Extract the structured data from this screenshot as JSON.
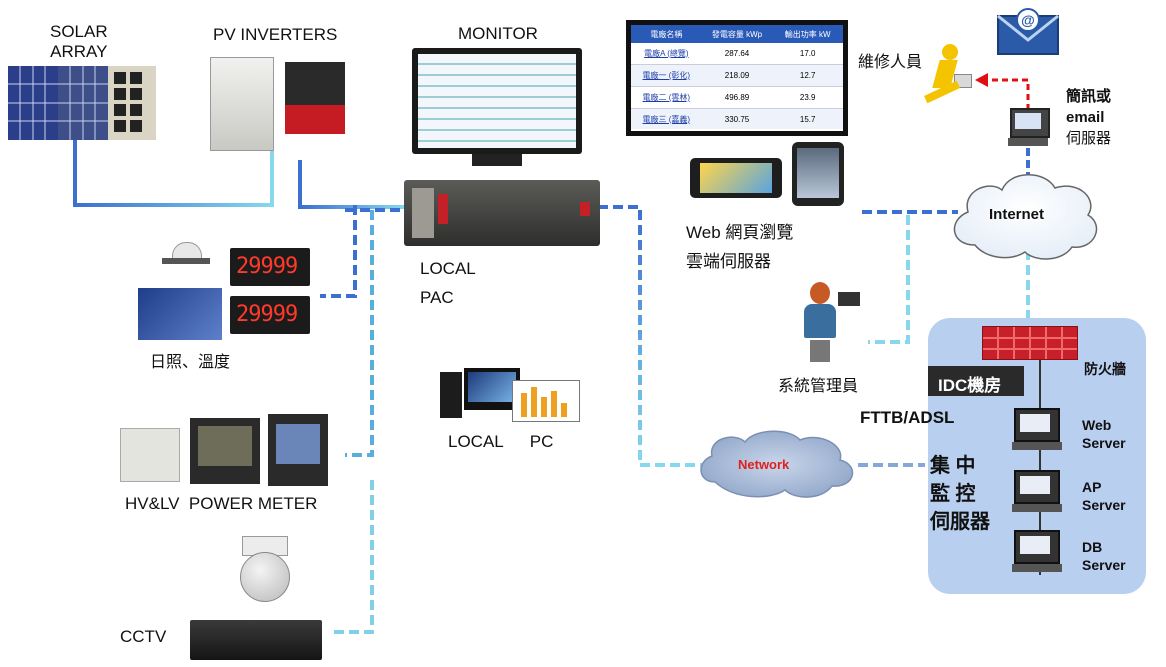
{
  "labels": {
    "solar_array_1": "SOLAR",
    "solar_array_2": "ARRAY",
    "pv_inverters": "PV INVERTERS",
    "monitor": "MONITOR",
    "local_pac_1": "LOCAL",
    "local_pac_2": "PAC",
    "sensors": "日照、溫度",
    "hv_lv_power_meter": "HV&LV  POWER METER",
    "cctv": "CCTV",
    "local_pc_1": "LOCAL",
    "local_pc_2": "PC",
    "web_browse": "Web 網頁瀏覽",
    "cloud_server": "雲端伺服器",
    "sys_admin": "系統管理員",
    "maintenance": "維修人員",
    "sms_email_1": "簡訊或",
    "sms_email_2": "email",
    "sms_email_3": "伺服器",
    "internet": "Internet",
    "network": "Network",
    "firewall": "防火牆",
    "idc": "IDC機房",
    "fttb": "FTTB/ADSL",
    "central_1": "集 中",
    "central_2": "監 控",
    "central_3": "伺服器",
    "web_server_1": "Web",
    "web_server_2": "Server",
    "ap_server_1": "AP",
    "ap_server_2": "Server",
    "db_server_1": "DB",
    "db_server_2": "Server",
    "sensor_display_1": "29999",
    "sensor_display_2": "29999"
  },
  "table": {
    "headers": [
      "電廠名稱",
      "發電容量 kWp",
      "輸出功率 kW"
    ],
    "rows": [
      [
        "電廠A (總覽)",
        "287.64",
        "17.0"
      ],
      [
        "電廠一 (彰化)",
        "218.09",
        "12.7"
      ],
      [
        "電廠二 (雲林)",
        "496.89",
        "23.9"
      ],
      [
        "電廠三 (嘉義)",
        "330.75",
        "15.7"
      ]
    ]
  },
  "colors": {
    "link_solid": "#4a7fd4",
    "link_light": "#7fd0e8",
    "idc_bg": "#b8cff0",
    "firewall": "#c8202a",
    "alert_arrow": "#e01010"
  }
}
